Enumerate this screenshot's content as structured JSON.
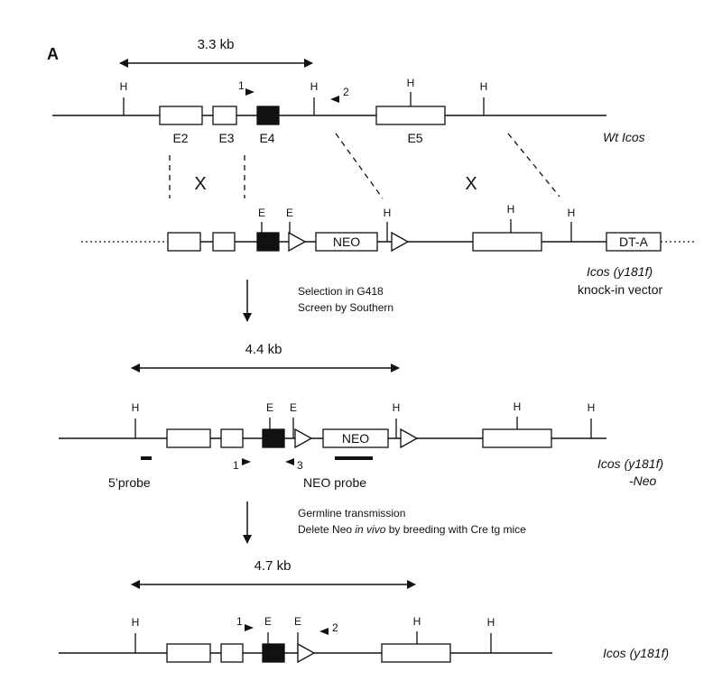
{
  "panel_label": "A",
  "wt": {
    "size": "3.3 kb",
    "site": "H",
    "exons": [
      "E2",
      "E3",
      "E4",
      "E5"
    ],
    "primer1": "1",
    "primer2": "2",
    "name": "Wt Icos"
  },
  "crossover": "X",
  "vector": {
    "site_e": "E",
    "site_h": "H",
    "neo": "NEO",
    "dta": "DT-A",
    "name_line1": "Icos (y181f)",
    "name_line2": "knock-in vector"
  },
  "step1": {
    "line1": "Selection in G418",
    "line2": "Screen by Southern"
  },
  "recombined": {
    "size": "4.4 kb",
    "site_e": "E",
    "site_h": "H",
    "neo": "NEO",
    "primer1": "1",
    "primer3": "3",
    "probe5": "5’probe",
    "probeneo": "NEO probe",
    "name_line1": "Icos (y181f)",
    "name_line2": "-Neo"
  },
  "step2": {
    "line1": "Germline transmission",
    "line2_pre": "Delete Neo ",
    "line2_ital": "in vivo",
    "line2_post": " by breeding with Cre tg mice"
  },
  "final": {
    "size": "4.7 kb",
    "site_e": "E",
    "site_h": "H",
    "primer1": "1",
    "primer2": "2",
    "name": "Icos (y181f)"
  }
}
